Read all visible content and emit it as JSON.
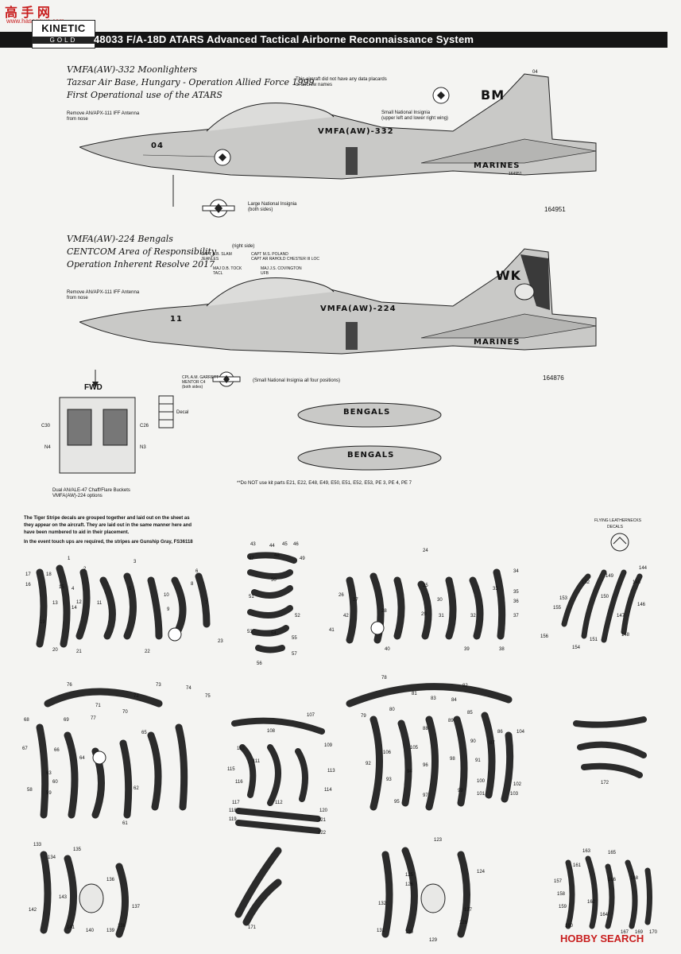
{
  "header": {
    "code": "48033",
    "title": "48033 F/A-18D ATARS Advanced Tactical Airborne Reconnaissance System",
    "logo_top": "KINETIC",
    "logo_bottom": "GOLD"
  },
  "watermark": {
    "top": "高 手 网",
    "sub": "www.hasegawa.com"
  },
  "scheme1": {
    "lines": [
      "VMFA(AW)-332 Moonlighters",
      "Tazsar Air Base, Hungary - Operation Allied Force 1999",
      "First Operational use of the ATARS"
    ],
    "note_placards": "This aircraft did not have any data placards\nor aircrew names",
    "note_small_insignia": "Small National Insignia\n(upper left and lower right wing)",
    "note_antenna": "Remove AN/APX-111 IFF Antenna\nfrom nose",
    "note_large_insignia": "Large National Insignia\n(both sides)",
    "fuselage_text": "VMFA(AW)-332",
    "modex": "04",
    "tail_code": "BM",
    "tail_num": "04",
    "marines": "MARINES",
    "serial": "164951",
    "serial_small": "164951"
  },
  "scheme2": {
    "lines": [
      "VMFA(AW)-224 Bengals",
      "CENTCOM Area of Responsibility",
      "Operation Inherent Resolve 2017"
    ],
    "right_side": "(right side)",
    "crew1": "CAPT A.B. SLAM\nJEANLES",
    "crew2": "CAPT M.S. POLAND\nCAPT AR RAHOLD CHESTER III LOC",
    "crew3": "MAJ D.B. TOCK\nTACL",
    "crew4": "MAJ J.S. COVINGTON\nUFB",
    "note_antenna": "Remove AN/APX-111 IFF Antenna\nfrom nose",
    "fuselage_text": "VMFA(AW)-224",
    "modex": "11",
    "tail_code": "WK",
    "marines": "MARINES",
    "serial": "164876",
    "crew_chief": "CPL A.M. GARRETT\nMENTOR C4\n(both sides)",
    "note_small_insignia": "(Small National Insignia all four positions)"
  },
  "chaff": {
    "fwd": "FWD",
    "decal": "Decal",
    "labels": [
      "C30",
      "C26",
      "N4",
      "N3"
    ],
    "caption": "Dual AN/ALE-47 Chaff/Flare Buckets\nVMFA(AW)-224 options"
  },
  "tanks": {
    "label1": "BENGALS",
    "label2": "BENGALS"
  },
  "note_kit_parts": "**Do NOT use kit parts E21, E22, E48, E49, E50, E51, E52, E53, PE 3, PE 4, PE 7",
  "tiger_notes": [
    "The Tiger Stripe decals are grouped together and laid out on the sheet as",
    "they appear on the aircraft. They are laid out in the same manner here and",
    "have been numbered to aid in their placement.",
    "In the event touch ups are required, the stripes are Gunship Gray, FS36118"
  ],
  "flying_leathernecks": {
    "line1": "FLYING LEATHERNECKS",
    "line2": "DECALS"
  },
  "stripe_numbers": {
    "g1": [
      "1",
      "2",
      "3",
      "4",
      "5",
      "6",
      "7",
      "8",
      "9",
      "10",
      "11",
      "12",
      "13",
      "14",
      "15",
      "16",
      "17",
      "18",
      "19",
      "20",
      "21",
      "22",
      "23"
    ],
    "g2": [
      "43",
      "44",
      "45",
      "46",
      "47",
      "48",
      "49",
      "50",
      "51",
      "52",
      "53",
      "54",
      "55",
      "56",
      "57"
    ],
    "g3": [
      "24",
      "25",
      "26",
      "27",
      "28",
      "29",
      "30",
      "31",
      "32",
      "33",
      "34",
      "35",
      "36",
      "37",
      "38",
      "39",
      "40",
      "41",
      "42"
    ],
    "g4": [
      "144",
      "145",
      "146",
      "147",
      "148",
      "149",
      "150",
      "151",
      "152",
      "153",
      "154",
      "155",
      "156"
    ],
    "g5": [
      "58",
      "59",
      "60",
      "61",
      "62",
      "63",
      "64",
      "65",
      "66",
      "67",
      "68",
      "69",
      "70",
      "71",
      "72",
      "73",
      "74",
      "75",
      "76",
      "77"
    ],
    "g6": [
      "107",
      "108",
      "109",
      "110",
      "111",
      "112",
      "113",
      "114",
      "115",
      "116",
      "117",
      "118",
      "119",
      "120",
      "121",
      "122"
    ],
    "g7": [
      "78",
      "79",
      "80",
      "81",
      "82",
      "83",
      "84",
      "85",
      "86",
      "87",
      "88",
      "89",
      "90",
      "91",
      "92",
      "93",
      "94",
      "95",
      "96",
      "97",
      "98",
      "99",
      "100",
      "101",
      "102",
      "103",
      "104",
      "105",
      "106"
    ],
    "g8": [
      "172"
    ],
    "g9": [
      "133",
      "134",
      "135",
      "136",
      "137",
      "138",
      "139",
      "140",
      "141",
      "142",
      "143"
    ],
    "g10": [
      "171"
    ],
    "g11": [
      "123",
      "124",
      "125",
      "126",
      "127",
      "128",
      "129",
      "130",
      "131",
      "132"
    ],
    "g12": [
      "157",
      "158",
      "159",
      "160",
      "161",
      "162",
      "163",
      "164",
      "165",
      "166",
      "167",
      "168",
      "169",
      "170"
    ]
  },
  "footer_logo": "HOBBY SEARCH"
}
